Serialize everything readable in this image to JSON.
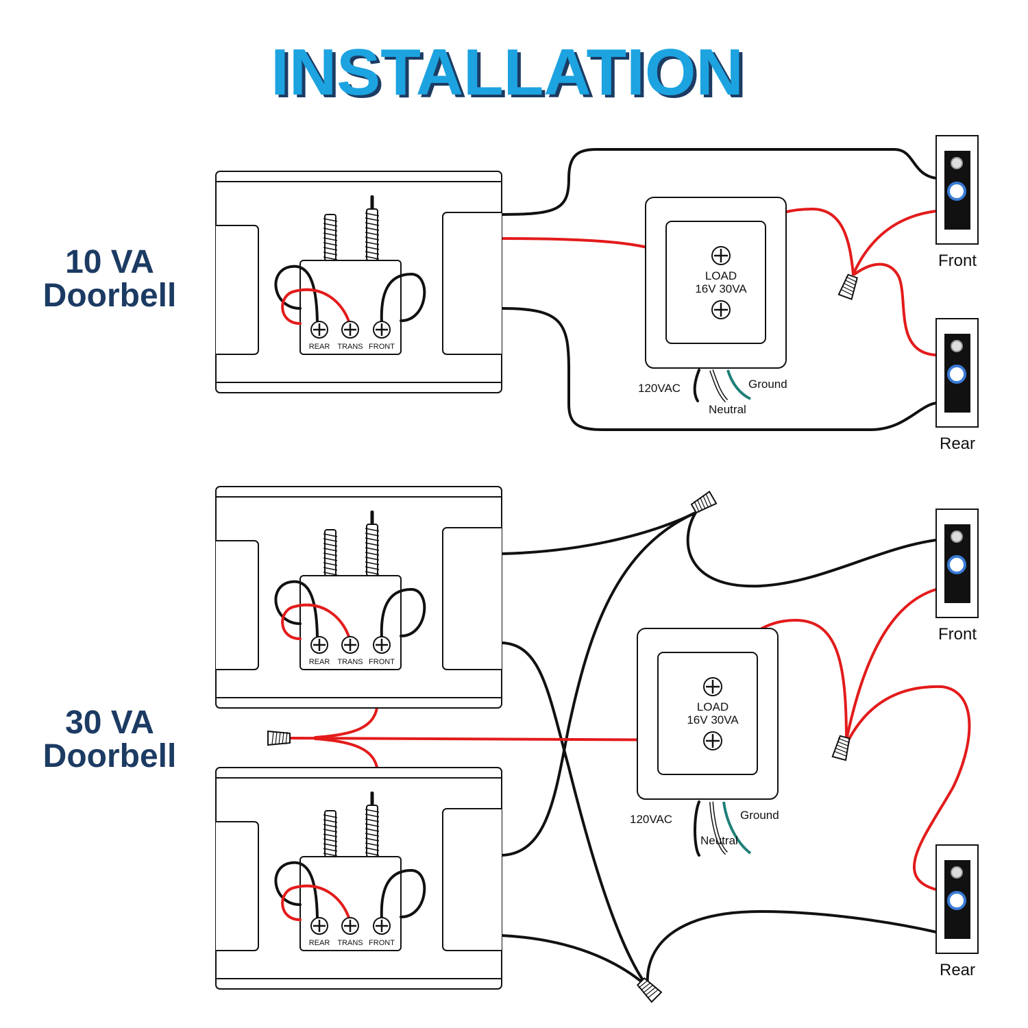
{
  "title": "INSTALLATION",
  "colors": {
    "title": "#1aa3e0",
    "title_shadow": "#1c3b63",
    "side_label": "#1c3b63",
    "red_wire": "#e31b1b",
    "black_wire": "#111111",
    "ground_wire": "#1f7f78",
    "button_led": "#3a7bd5"
  },
  "sections": [
    {
      "label_line1": "10 VA",
      "label_line2": "Doorbell"
    },
    {
      "label_line1": "30 VA",
      "label_line2": "Doorbell"
    }
  ],
  "chime": {
    "terminals": [
      "REAR",
      "TRANS",
      "FRONT"
    ]
  },
  "transformer": {
    "label_line1": "LOAD",
    "label_line2": "16V 30VA",
    "lead_hot": "120VAC",
    "lead_neutral": "Neutral",
    "lead_ground": "Ground"
  },
  "buttons": {
    "front": "Front",
    "rear": "Rear"
  }
}
